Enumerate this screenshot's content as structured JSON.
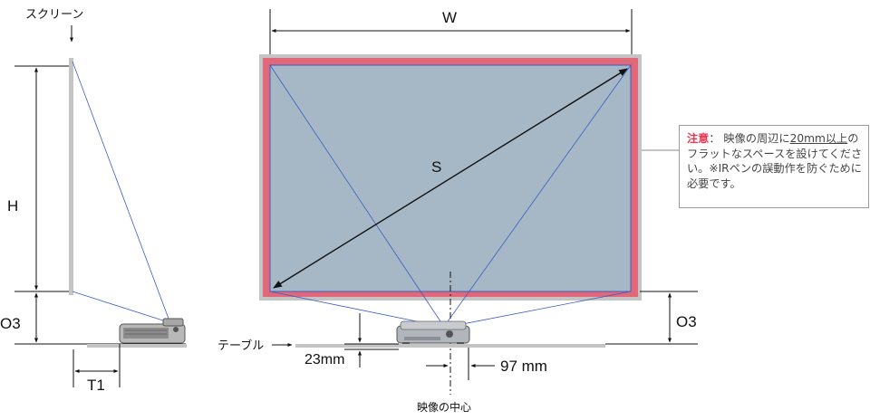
{
  "labels": {
    "screen": "スクリーン",
    "W": "W",
    "H": "H",
    "S": "S",
    "O3_left": "O3",
    "O3_right": "O3",
    "T1": "T1",
    "table": "テーブル",
    "offset_23": "23mm",
    "offset_97": "97 mm",
    "image_center": "映像の中心"
  },
  "note": {
    "label": "注意",
    "colon": "：",
    "text1": " 映像の周辺に",
    "underlined": "20mm以上",
    "text2": "のフラットなスペースを設けてください。※IRペンの誤動作を防ぐために必要です。"
  },
  "colors": {
    "screen_fill": "#a6b8c6",
    "screen_border_red": "#e06878",
    "screen_border_grey": "#c4c4c4",
    "ray_blue": "#3b5cc4",
    "note_label": "#e8384f"
  }
}
